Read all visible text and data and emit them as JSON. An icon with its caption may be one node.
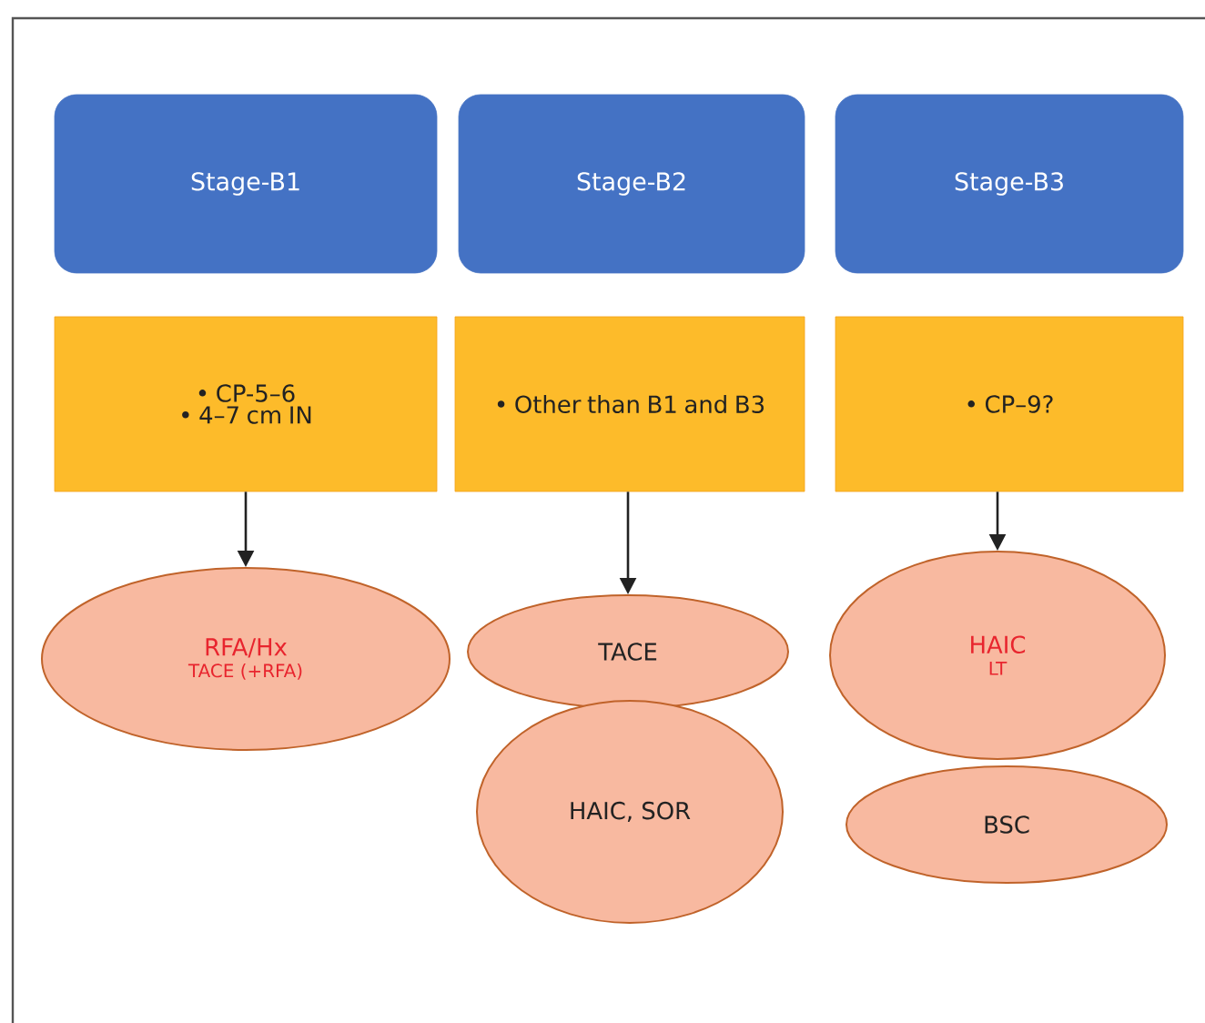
{
  "diagram": {
    "nodes": [
      {
        "text": [
          "Stage-B1"
        ]
      },
      {
        "text": [
          "Stage-B2"
        ]
      },
      {
        "text": [
          "Stage-B3"
        ]
      },
      {
        "text": [
          "• CP-5–6",
          "• 4–7 cm IN"
        ]
      },
      {
        "text": [
          "• Other than B1 and B3"
        ]
      },
      {
        "text": [
          "• CP–9?"
        ]
      },
      {
        "text": [
          "RFA/Hx",
          "TACE (+RFA)"
        ]
      },
      {
        "text": [
          "TACE"
        ]
      },
      {
        "text": [
          "HAIC, SOR"
        ]
      },
      {
        "text": [
          "HAIC",
          "LT"
        ]
      },
      {
        "text": [
          "BSC"
        ]
      }
    ],
    "edges": [
      {
        "from": 3,
        "to": 6,
        "arrow": "to"
      },
      {
        "from": 4,
        "to": 7,
        "arrow": "to"
      },
      {
        "from": 5,
        "to": 9,
        "arrow": "to"
      }
    ]
  }
}
